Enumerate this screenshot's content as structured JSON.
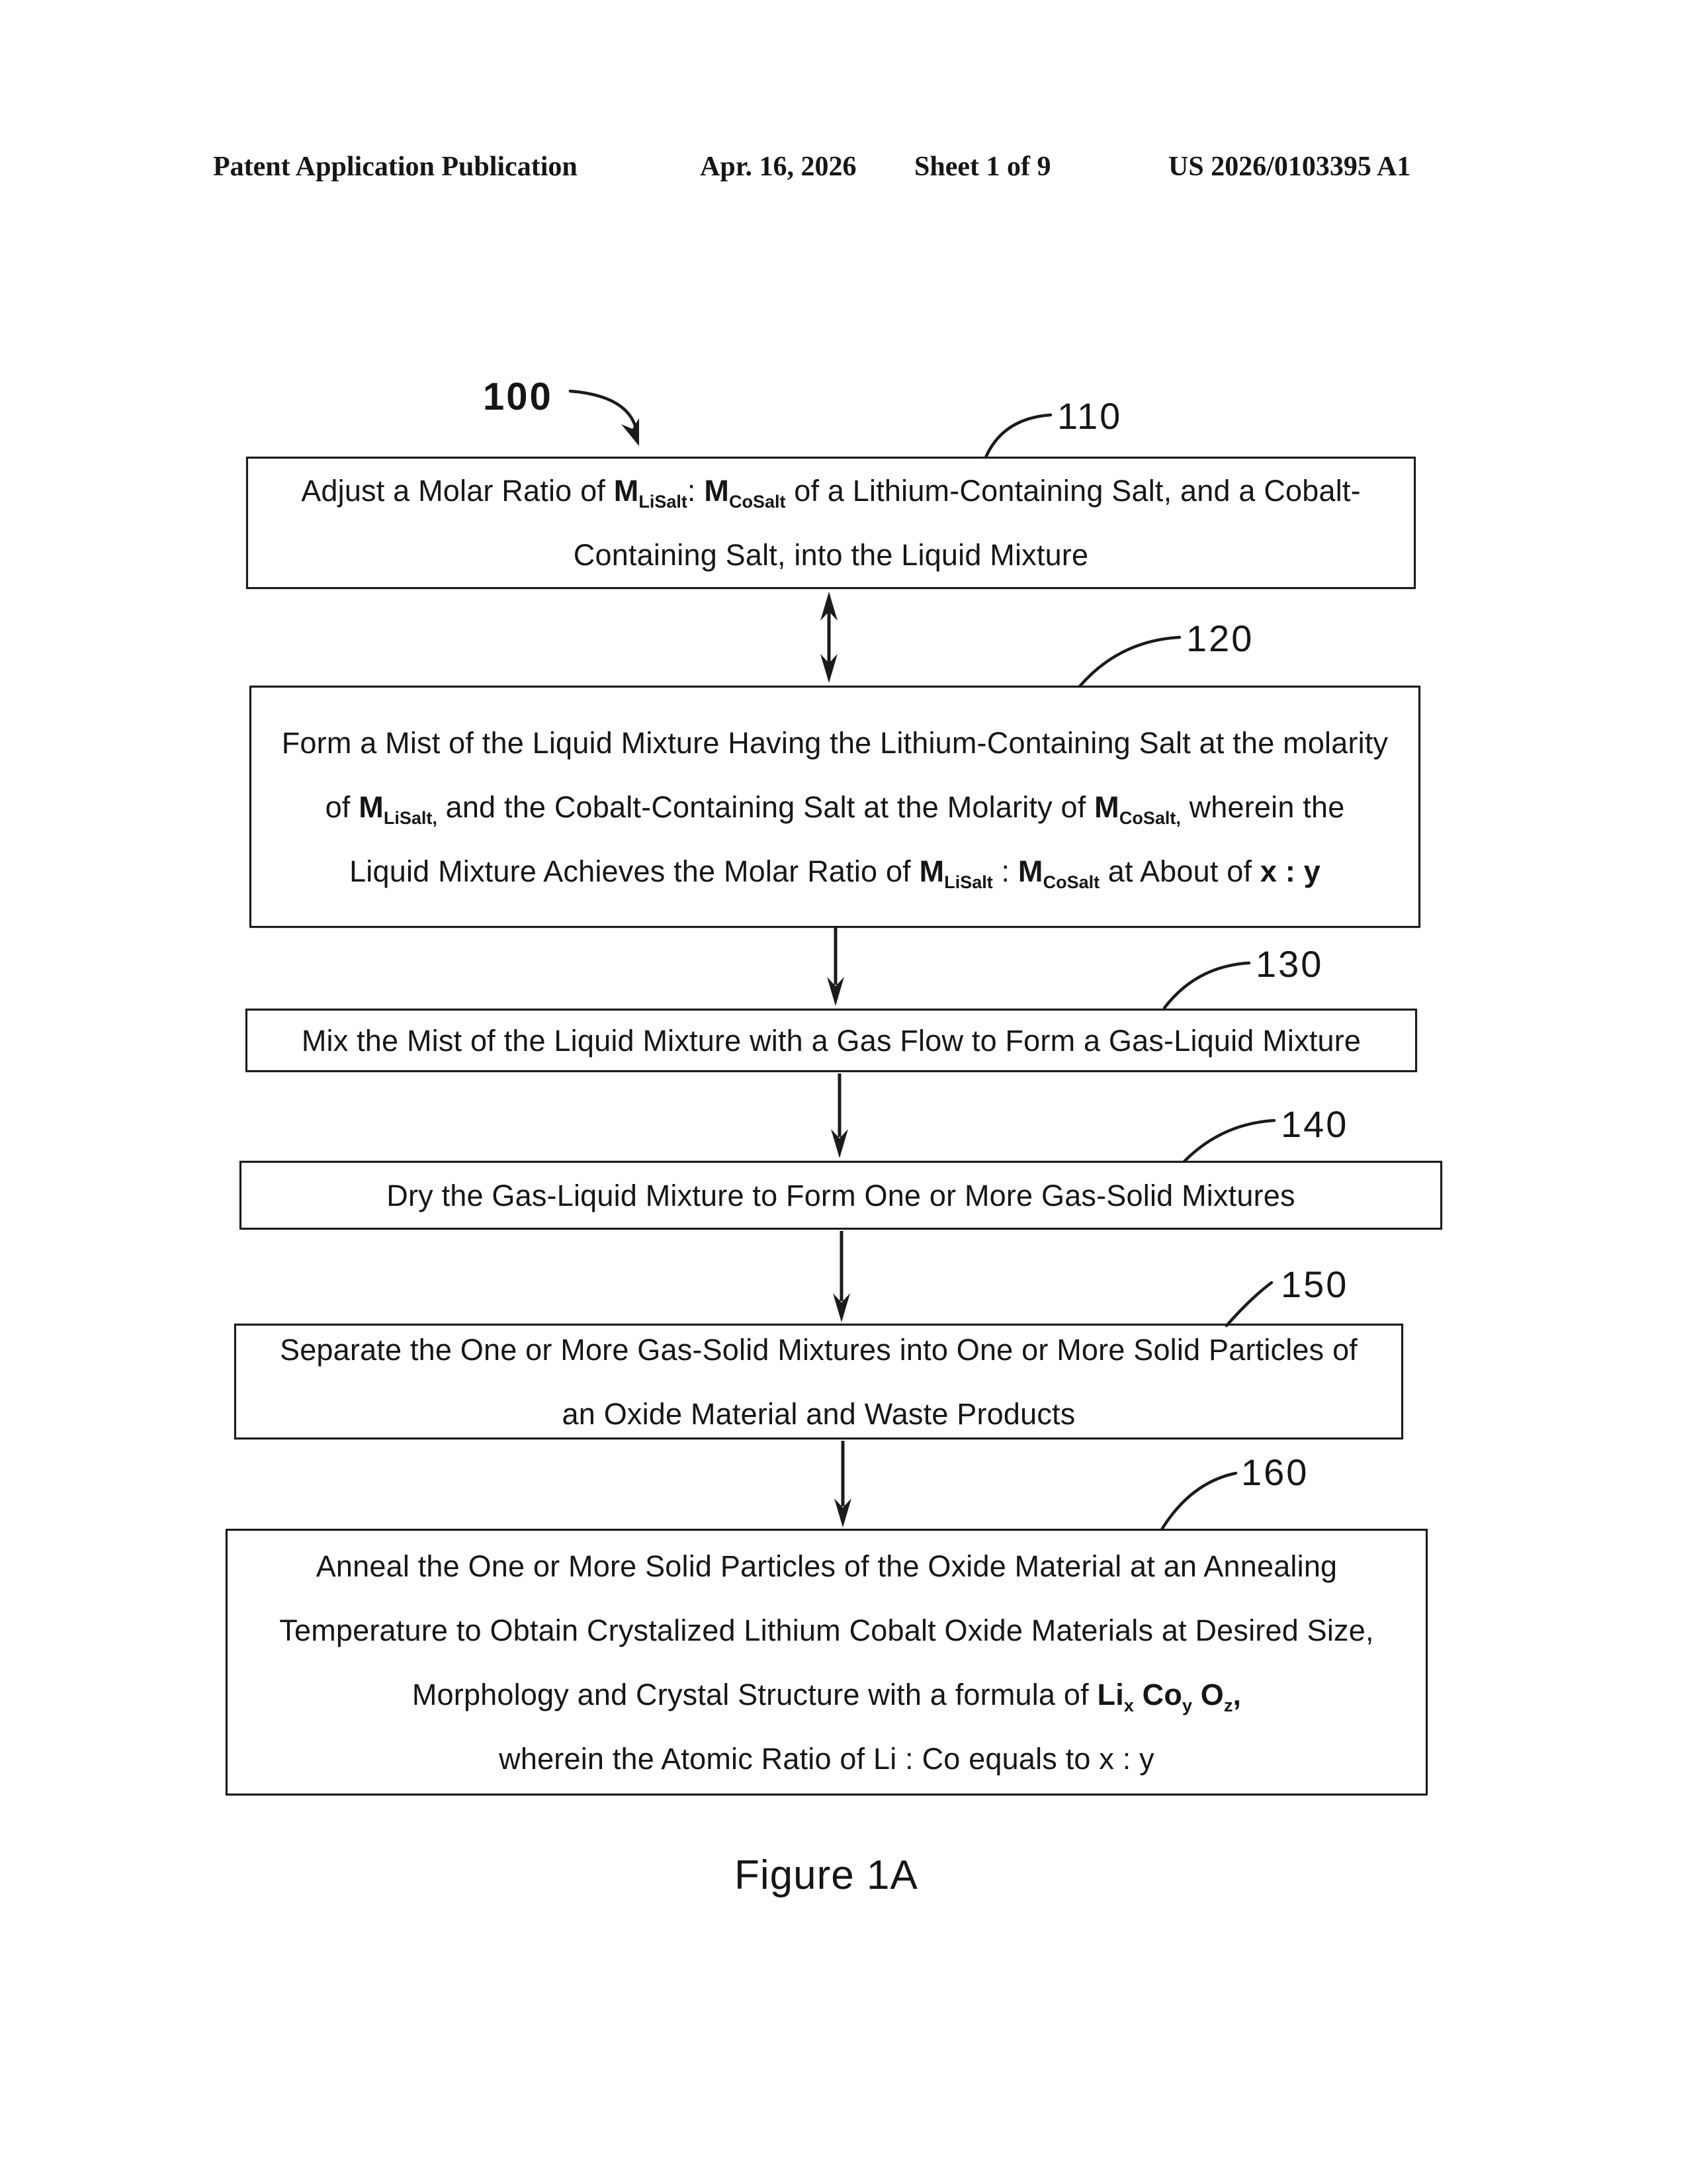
{
  "header": {
    "publication": "Patent Application Publication",
    "date": "Apr. 16, 2026",
    "sheet": "Sheet 1 of 9",
    "doc_number": "US 2026/0103395 A1"
  },
  "colors": {
    "ink": "#161616",
    "paper": "#ffffff"
  },
  "flowchart": {
    "root_label": "100",
    "steps": [
      {
        "label": "110",
        "lines": [
          [
            {
              "t": "Adjust a Molar Ratio of "
            },
            {
              "t": "M",
              "b": true
            },
            {
              "t": "LiSalt",
              "b": true,
              "sub": true
            },
            {
              "t": ": "
            },
            {
              "t": "M",
              "b": true
            },
            {
              "t": "CoSalt",
              "b": true,
              "sub": true
            },
            {
              "t": " of a Lithium-Containing Salt, and a Cobalt-"
            }
          ],
          [
            {
              "t": "Containing Salt, into the Liquid Mixture"
            }
          ]
        ]
      },
      {
        "label": "120",
        "lines": [
          [
            {
              "t": "Form a Mist of the Liquid Mixture Having the Lithium-Containing Salt at the molarity"
            }
          ],
          [
            {
              "t": "of "
            },
            {
              "t": "M",
              "b": true
            },
            {
              "t": "LiSalt,",
              "b": true,
              "sub": true
            },
            {
              "t": " and the Cobalt-Containing Salt at the Molarity of "
            },
            {
              "t": "M",
              "b": true
            },
            {
              "t": "CoSalt,",
              "b": true,
              "sub": true
            },
            {
              "t": " wherein the"
            }
          ],
          [
            {
              "t": "Liquid Mixture Achieves the Molar Ratio of "
            },
            {
              "t": "M",
              "b": true
            },
            {
              "t": "LiSalt",
              "b": true,
              "sub": true
            },
            {
              "t": " : "
            },
            {
              "t": "M",
              "b": true
            },
            {
              "t": "CoSalt",
              "b": true,
              "sub": true
            },
            {
              "t": " at About of "
            },
            {
              "t": "x : y",
              "b": true
            }
          ]
        ]
      },
      {
        "label": "130",
        "lines": [
          [
            {
              "t": "Mix the Mist of the Liquid Mixture with a Gas Flow to Form a Gas-Liquid Mixture"
            }
          ]
        ]
      },
      {
        "label": "140",
        "lines": [
          [
            {
              "t": "Dry the Gas-Liquid Mixture to Form One or More Gas-Solid Mixtures"
            }
          ]
        ]
      },
      {
        "label": "150",
        "lines": [
          [
            {
              "t": "Separate the One or More Gas-Solid Mixtures into One or More Solid Particles of"
            }
          ],
          [
            {
              "t": "an Oxide Material and Waste Products"
            }
          ]
        ]
      },
      {
        "label": "160",
        "lines": [
          [
            {
              "t": "Anneal the One or More Solid Particles of the Oxide Material at an Annealing"
            }
          ],
          [
            {
              "t": "Temperature to Obtain Crystalized Lithium Cobalt Oxide Materials at Desired Size,"
            }
          ],
          [
            {
              "t": "Morphology and Crystal Structure with a formula of "
            },
            {
              "t": "Li",
              "b": true
            },
            {
              "t": "x",
              "b": true,
              "sub": true
            },
            {
              "t": " Co",
              "b": true
            },
            {
              "t": "y",
              "b": true,
              "sub": true
            },
            {
              "t": " O",
              "b": true
            },
            {
              "t": "z",
              "b": true,
              "sub": true
            },
            {
              "t": ",",
              "b": true
            }
          ],
          [
            {
              "t": "wherein the Atomic Ratio of Li : Co equals to x : y"
            }
          ]
        ]
      }
    ]
  },
  "caption": "Figure 1A"
}
